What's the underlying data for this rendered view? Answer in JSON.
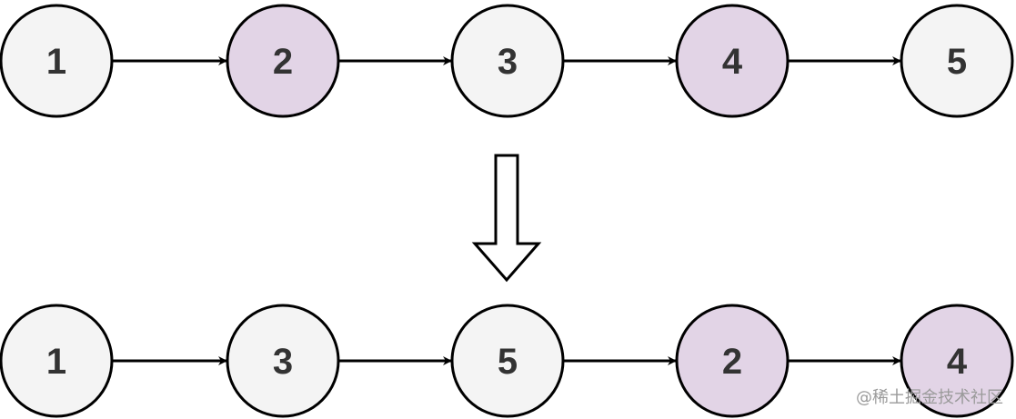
{
  "diagram": {
    "rows": [
      {
        "nodes": [
          {
            "label": "1",
            "highlight": false
          },
          {
            "label": "2",
            "highlight": true
          },
          {
            "label": "3",
            "highlight": false
          },
          {
            "label": "4",
            "highlight": true
          },
          {
            "label": "5",
            "highlight": false
          }
        ]
      },
      {
        "nodes": [
          {
            "label": "1",
            "highlight": false
          },
          {
            "label": "3",
            "highlight": false
          },
          {
            "label": "5",
            "highlight": false
          },
          {
            "label": "2",
            "highlight": true
          },
          {
            "label": "4",
            "highlight": true
          }
        ]
      }
    ],
    "colors": {
      "node_fill": "#f4f4f4",
      "node_highlight_fill": "#e2d4e6",
      "stroke": "#000000",
      "label": "#333333"
    }
  },
  "watermark": {
    "text": "@稀土掘金技术社区"
  }
}
